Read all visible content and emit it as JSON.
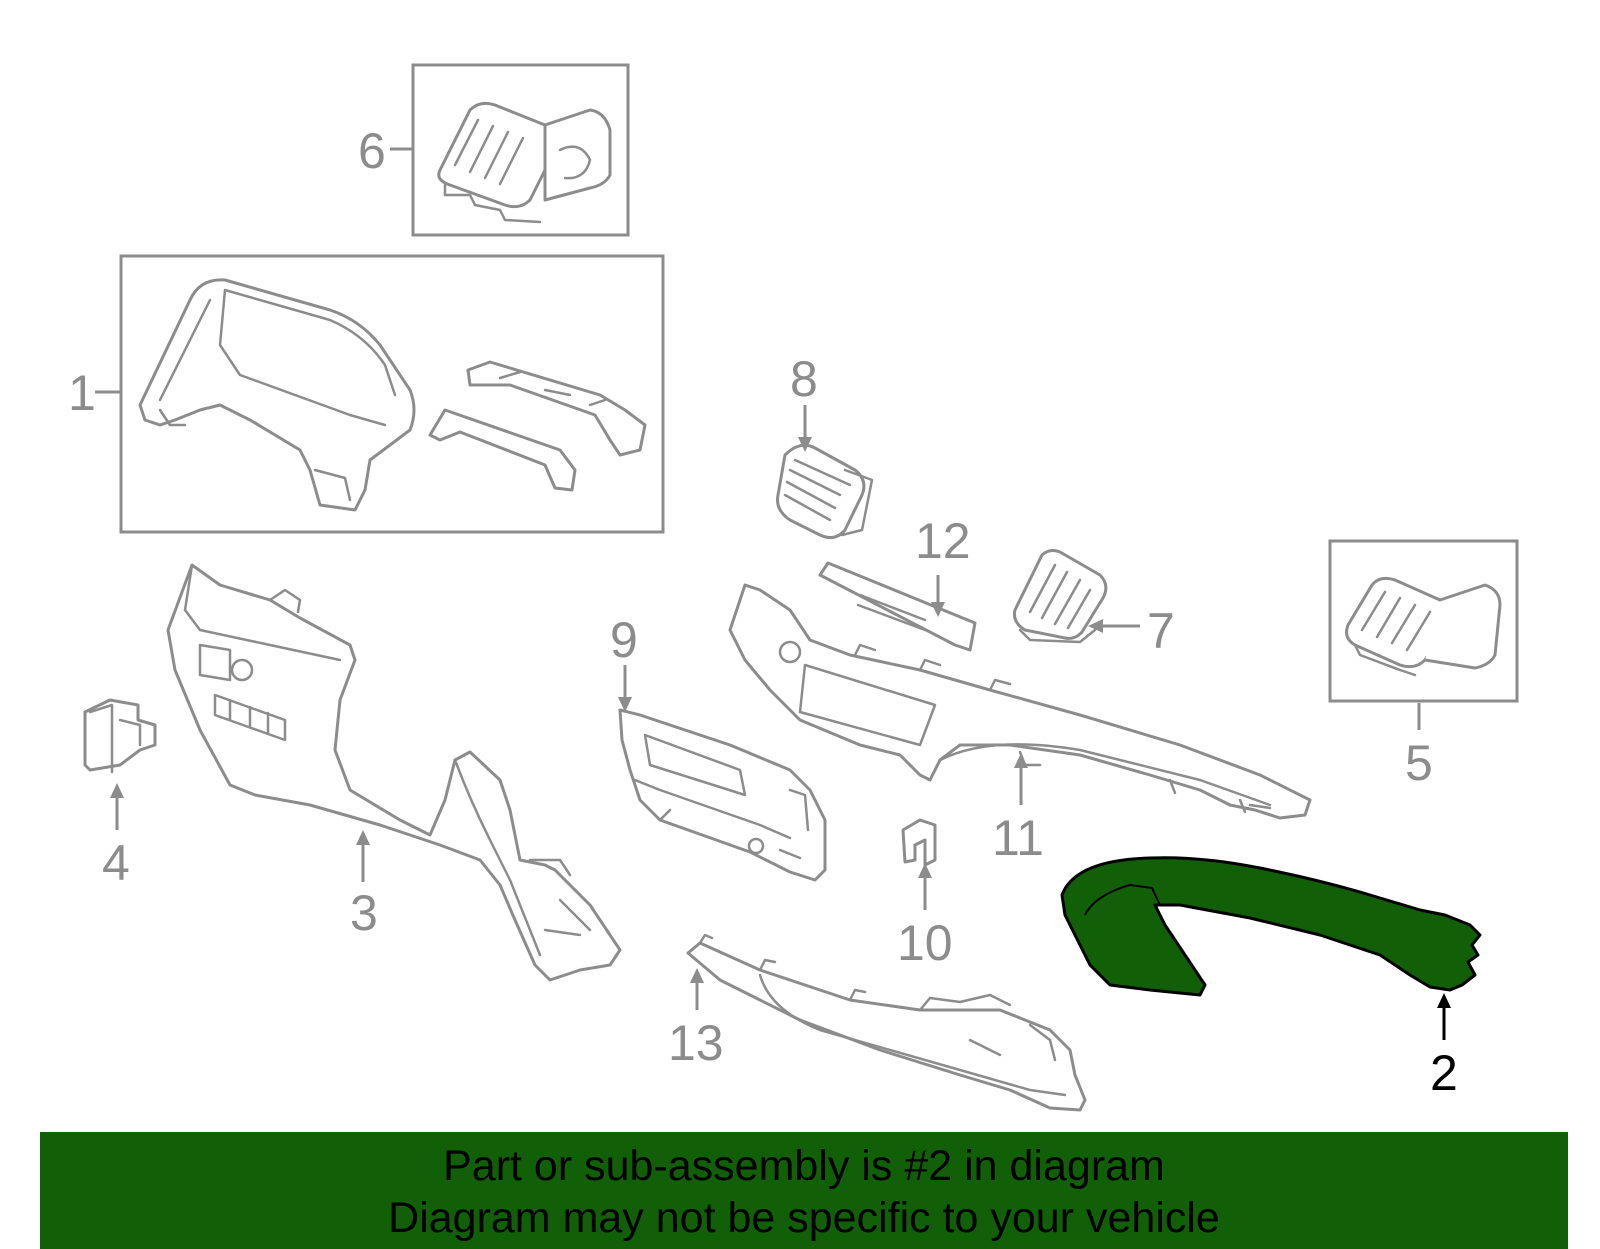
{
  "callouts": {
    "c1": "1",
    "c2": "2",
    "c3": "3",
    "c4": "4",
    "c5": "5",
    "c6": "6",
    "c7": "7",
    "c8": "8",
    "c9": "9",
    "c10": "10",
    "c11": "11",
    "c12": "12",
    "c13": "13"
  },
  "highlighted_part": "2",
  "colors": {
    "highlight": "#116007",
    "line_gray": "#8c8c8c",
    "text_active": "#000000"
  },
  "banner": {
    "line1": "Part or sub-assembly is #2 in diagram",
    "line2": "Diagram may not be specific to your vehicle"
  }
}
